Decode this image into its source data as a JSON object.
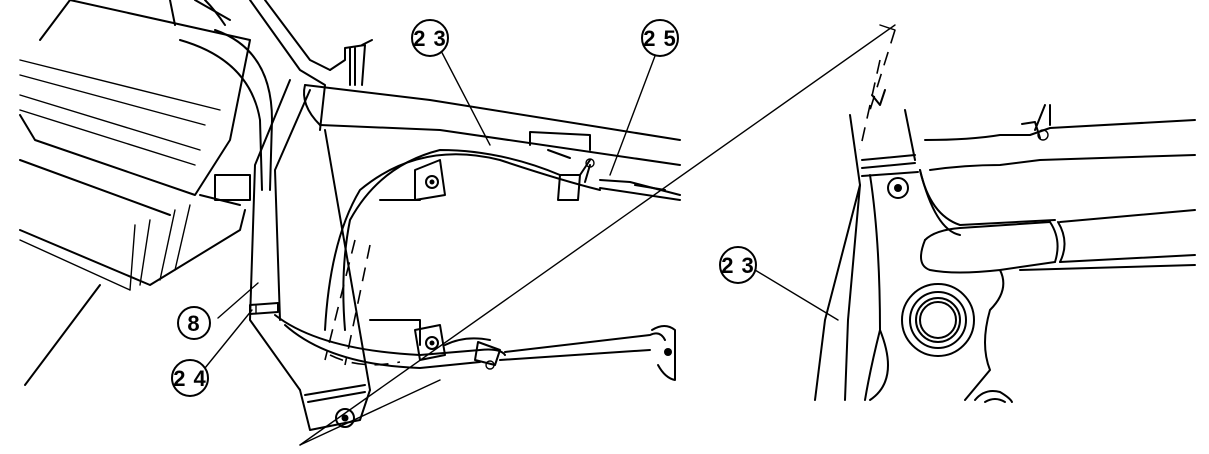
{
  "callouts": {
    "c23_main": "2 3",
    "c25": "2 5",
    "c8": "8",
    "c24": "2 4",
    "c23_detail": "2 3"
  }
}
